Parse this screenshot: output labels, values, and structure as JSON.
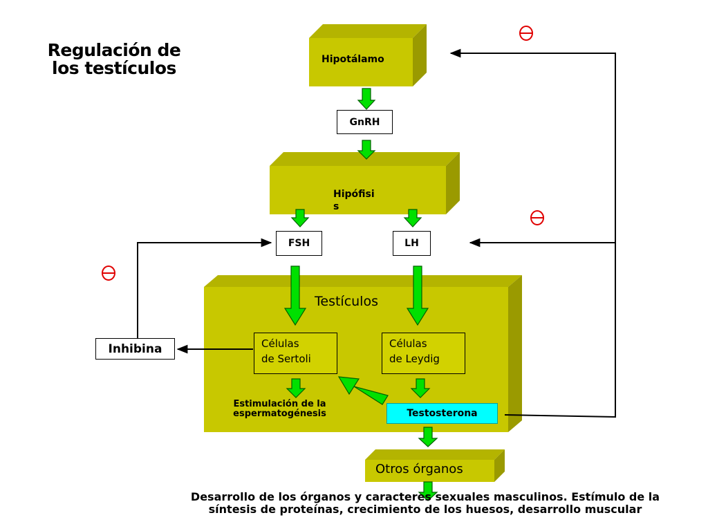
{
  "title": "Regulación de\nlos testículos",
  "hipotalamo": "Hipotálamo",
  "gnrh": "GnRH",
  "hipofisis": "Hipófisi\ns",
  "fsh": "FSH",
  "lh": "LH",
  "testiculos": "Testículos",
  "sertoli": "Células\nde Sertoli",
  "leydig": "Células\nde Leydig",
  "inhibina": "Inhibina",
  "estimulacion": "Estimulación de la\nespermatogénesis",
  "testosterona": "Testosterona",
  "otros": "Otros órganos",
  "bottom_text": "Desarrollo de los órganos y caracteres sexuales masculinos. Estímulo de la\nsíntesis de proteínas, crecimiento de los huesos, desarrollo muscular",
  "colors": {
    "block_face": "#c8c800",
    "block_top": "#b0b000",
    "block_side": "#a0a000",
    "arrow_green": "#00e000",
    "testosterona_bg": "#00ffff",
    "inhibit_red": "#e00000"
  },
  "icons": {
    "inhibition": "minus-circle-icon"
  }
}
